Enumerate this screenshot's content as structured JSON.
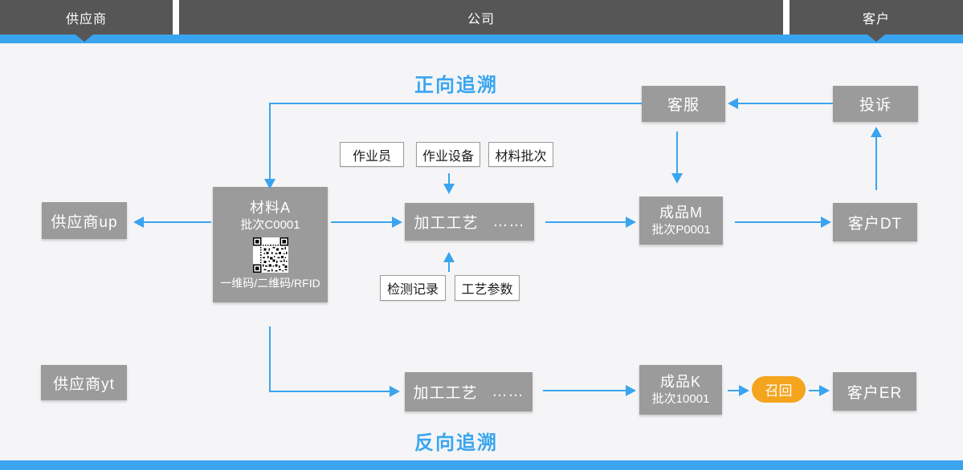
{
  "header": {
    "segments": [
      {
        "label": "供应商"
      },
      {
        "label": "公司"
      },
      {
        "label": "客户"
      }
    ]
  },
  "titles": {
    "forward_trace": "正向追溯",
    "backward_trace": "反向追溯"
  },
  "nodes": {
    "customer_service": {
      "label": "客服"
    },
    "complaint": {
      "label": "投诉"
    },
    "material_a": {
      "name": "材料A",
      "batch": "批次C0001",
      "code_caption": "一维码/二维码/RFID"
    },
    "supplier_up": {
      "label": "供应商up"
    },
    "process_top": {
      "label": "加工工艺",
      "ellipsis": "……"
    },
    "product_m": {
      "name": "成品M",
      "batch": "批次P0001"
    },
    "customer_dt": {
      "label": "客户DT"
    },
    "supplier_yt": {
      "label": "供应商yt"
    },
    "process_bottom": {
      "label": "加工工艺",
      "ellipsis": "……"
    },
    "product_k": {
      "name": "成品K",
      "batch": "批次10001"
    },
    "recall": {
      "label": "召回"
    },
    "customer_er": {
      "label": "客户ER"
    }
  },
  "tags": {
    "operator": "作业员",
    "equipment": "作业设备",
    "material_batch": "材料批次",
    "inspection_record": "检测记录",
    "process_parameters": "工艺参数"
  },
  "icons": {
    "qr_code": "qr-code-icon"
  },
  "colors": {
    "accent_blue": "#3AA4EF",
    "header_dark": "#565656",
    "node_gray": "#9B9B9B",
    "recall_orange": "#F5A41E",
    "background": "#F5F5F7"
  }
}
